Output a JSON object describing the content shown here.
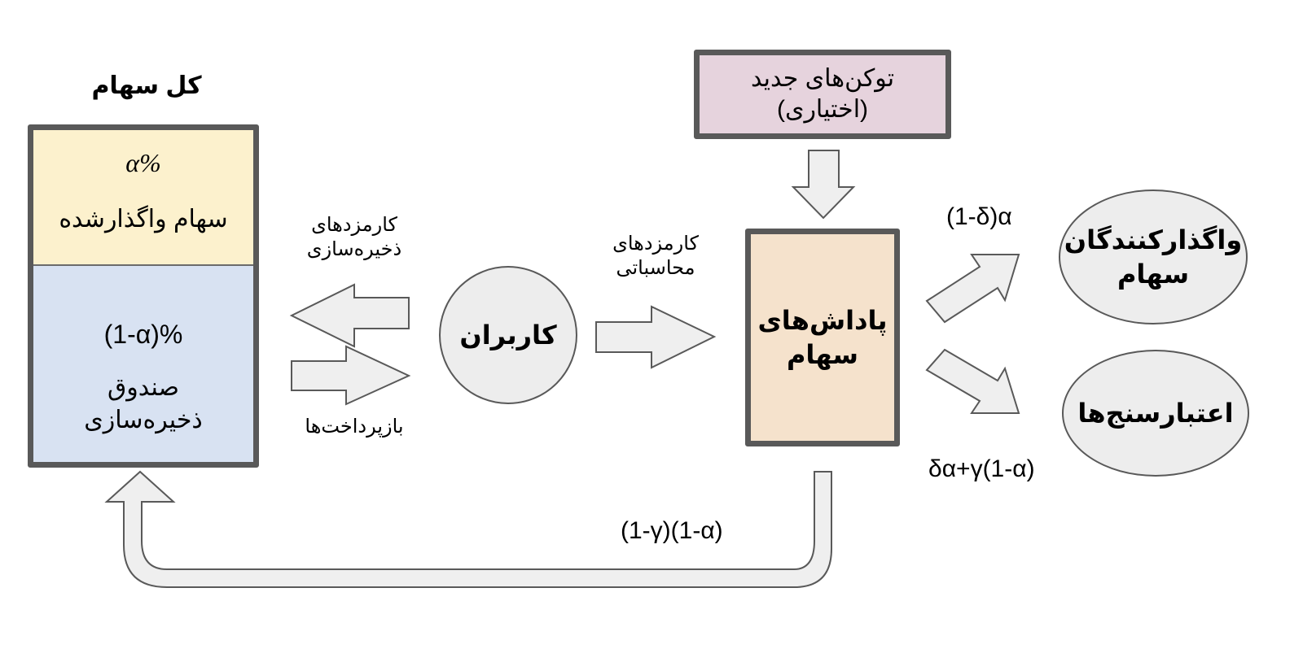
{
  "diagram": {
    "total_shares": {
      "title": "کل سهام",
      "delegated": {
        "percent": "α%",
        "label": "سهام واگذارشده",
        "color": "#fcf1cd"
      },
      "storage_fund": {
        "percent": "(1-α)%",
        "label_line1": "صندوق",
        "label_line2": "ذخیره‌سازی",
        "color": "#d8e2f2"
      }
    },
    "storage_fees": {
      "line1": "کارمزدهای",
      "line2": "ذخیره‌سازی"
    },
    "rebates": {
      "label": "بازپرداخت‌ها"
    },
    "users": {
      "label": "کاربران"
    },
    "computation_fees": {
      "line1": "کارمزدهای",
      "line2": "محاسباتی"
    },
    "new_tokens": {
      "line1": "توکن‌های جدید",
      "line2": "(اختیاری)",
      "color": "#e6d3dd"
    },
    "share_rewards": {
      "line1": "پاداش‌های",
      "line2": "سهام",
      "color": "#f5e2cc"
    },
    "stake_delegators": {
      "line1": "واگذارکنندگان",
      "line2": "سهام"
    },
    "validators": {
      "label": "اعتبارسنج‌ها"
    },
    "flows": {
      "to_delegators": "(1-δ)α",
      "to_validators": "δα+γ(1-α)",
      "to_storage_fund": "(1-γ)(1-α)"
    }
  }
}
